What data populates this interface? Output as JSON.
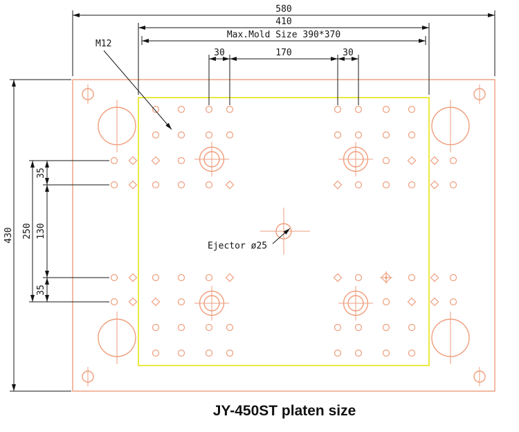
{
  "caption": "JY-450ST platen size",
  "labels": {
    "thread": "M12",
    "ejector": "Ejector ø25"
  },
  "dimensions": {
    "overall_width": "580",
    "bolt_pattern_width": "410",
    "max_mold_size": "Max.Mold Size 390*370",
    "top_pitch_left": "30",
    "top_pitch_center": "170",
    "top_pitch_right": "30",
    "overall_height": "430",
    "left_span": "250",
    "left_pitch_upper": "35",
    "left_pitch_center": "130",
    "left_pitch_lower": "35"
  },
  "colors": {
    "drawing": "#ee9d7c",
    "mold_area": "#e5e000",
    "dimension": "#151515",
    "background": "#ffffff"
  }
}
